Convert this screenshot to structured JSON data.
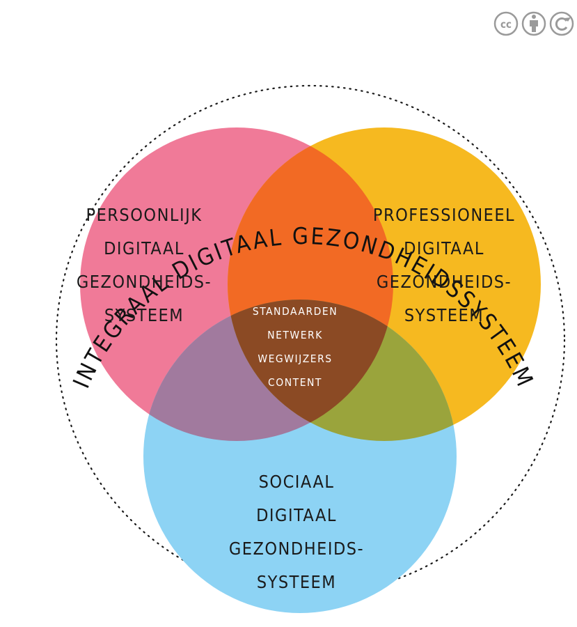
{
  "title": "INTEGRAAL DIGITAAL GEZONDHEIDSSYSTEEM",
  "license_icons": [
    "creative-commons-icon",
    "attribution-icon",
    "share-alike-icon"
  ],
  "license_text": {
    "cc": "cc"
  },
  "colors": {
    "personal": "#f07a98",
    "professional": "#f6b920",
    "social": "#8dd3f4",
    "overlap_personal_professional": "#f26a24",
    "overlap_personal_social": "#a17a9e",
    "overlap_professional_social": "#9aa43c",
    "center": "#8b4a24"
  },
  "circles": {
    "personal": {
      "lines": [
        "PERSOONLIJK",
        "DIGITAAL",
        "GEZONDHEIDS-",
        "SYSTEEM"
      ]
    },
    "professional": {
      "lines": [
        "PROFESSIONEEL",
        "DIGITAAL",
        "GEZONDHEIDS-",
        "SYSTEEM"
      ]
    },
    "social": {
      "lines": [
        "SOCIAAL",
        "DIGITAAL",
        "GEZONDHEIDS-",
        "SYSTEEM"
      ]
    }
  },
  "center": {
    "lines": [
      "STANDAARDEN",
      "NETWERK",
      "WEGWIJZERS",
      "CONTENT"
    ]
  }
}
